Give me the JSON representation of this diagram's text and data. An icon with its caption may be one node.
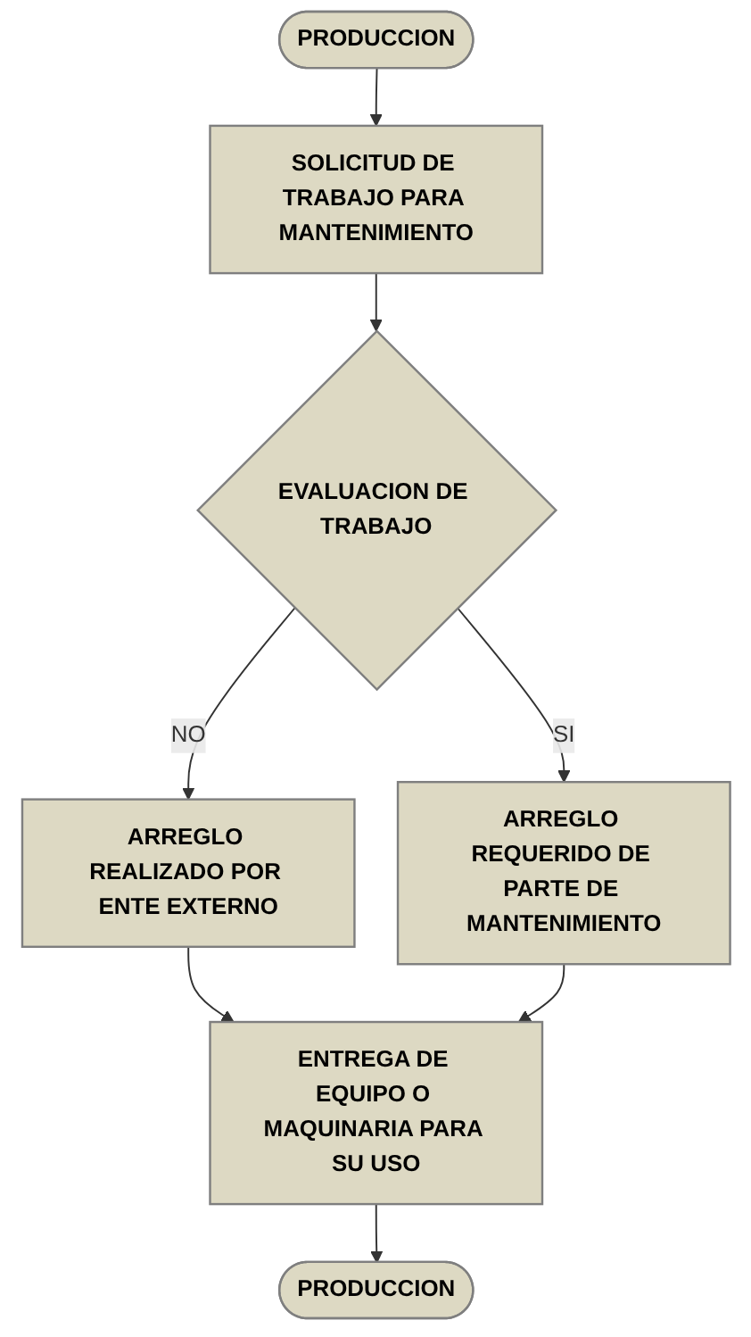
{
  "diagram": {
    "nodes": [
      {
        "text": [
          "PRODUCCION"
        ]
      },
      {
        "text": [
          "SOLICITUD DE TRABAJO PARA MANTENIMIENTO"
        ]
      },
      {
        "text": [
          "EVALUACION DE TRABAJO"
        ]
      },
      {
        "text": [
          "ARREGLO REALIZADO POR ENTE EXTERNO"
        ]
      },
      {
        "text": [
          "ARREGLO REQUERIDO DE PARTE DE MANTENIMIENTO"
        ]
      },
      {
        "text": [
          "ENTREGA DE EQUIPO O MAQUINARIA PARA SU USO"
        ]
      },
      {
        "text": [
          "PRODUCCION"
        ]
      }
    ],
    "edges": [
      {
        "from": 0,
        "to": 1,
        "arrow": "to"
      },
      {
        "from": 1,
        "to": 2,
        "arrow": "to"
      },
      {
        "from": 2,
        "to": 3,
        "arrow": "to",
        "label": "NO"
      },
      {
        "from": 2,
        "to": 4,
        "arrow": "to",
        "label": "SI"
      },
      {
        "from": 3,
        "to": 5,
        "arrow": "to"
      },
      {
        "from": 4,
        "to": 5,
        "arrow": "to"
      },
      {
        "from": 5,
        "to": 6,
        "arrow": "to"
      }
    ]
  }
}
